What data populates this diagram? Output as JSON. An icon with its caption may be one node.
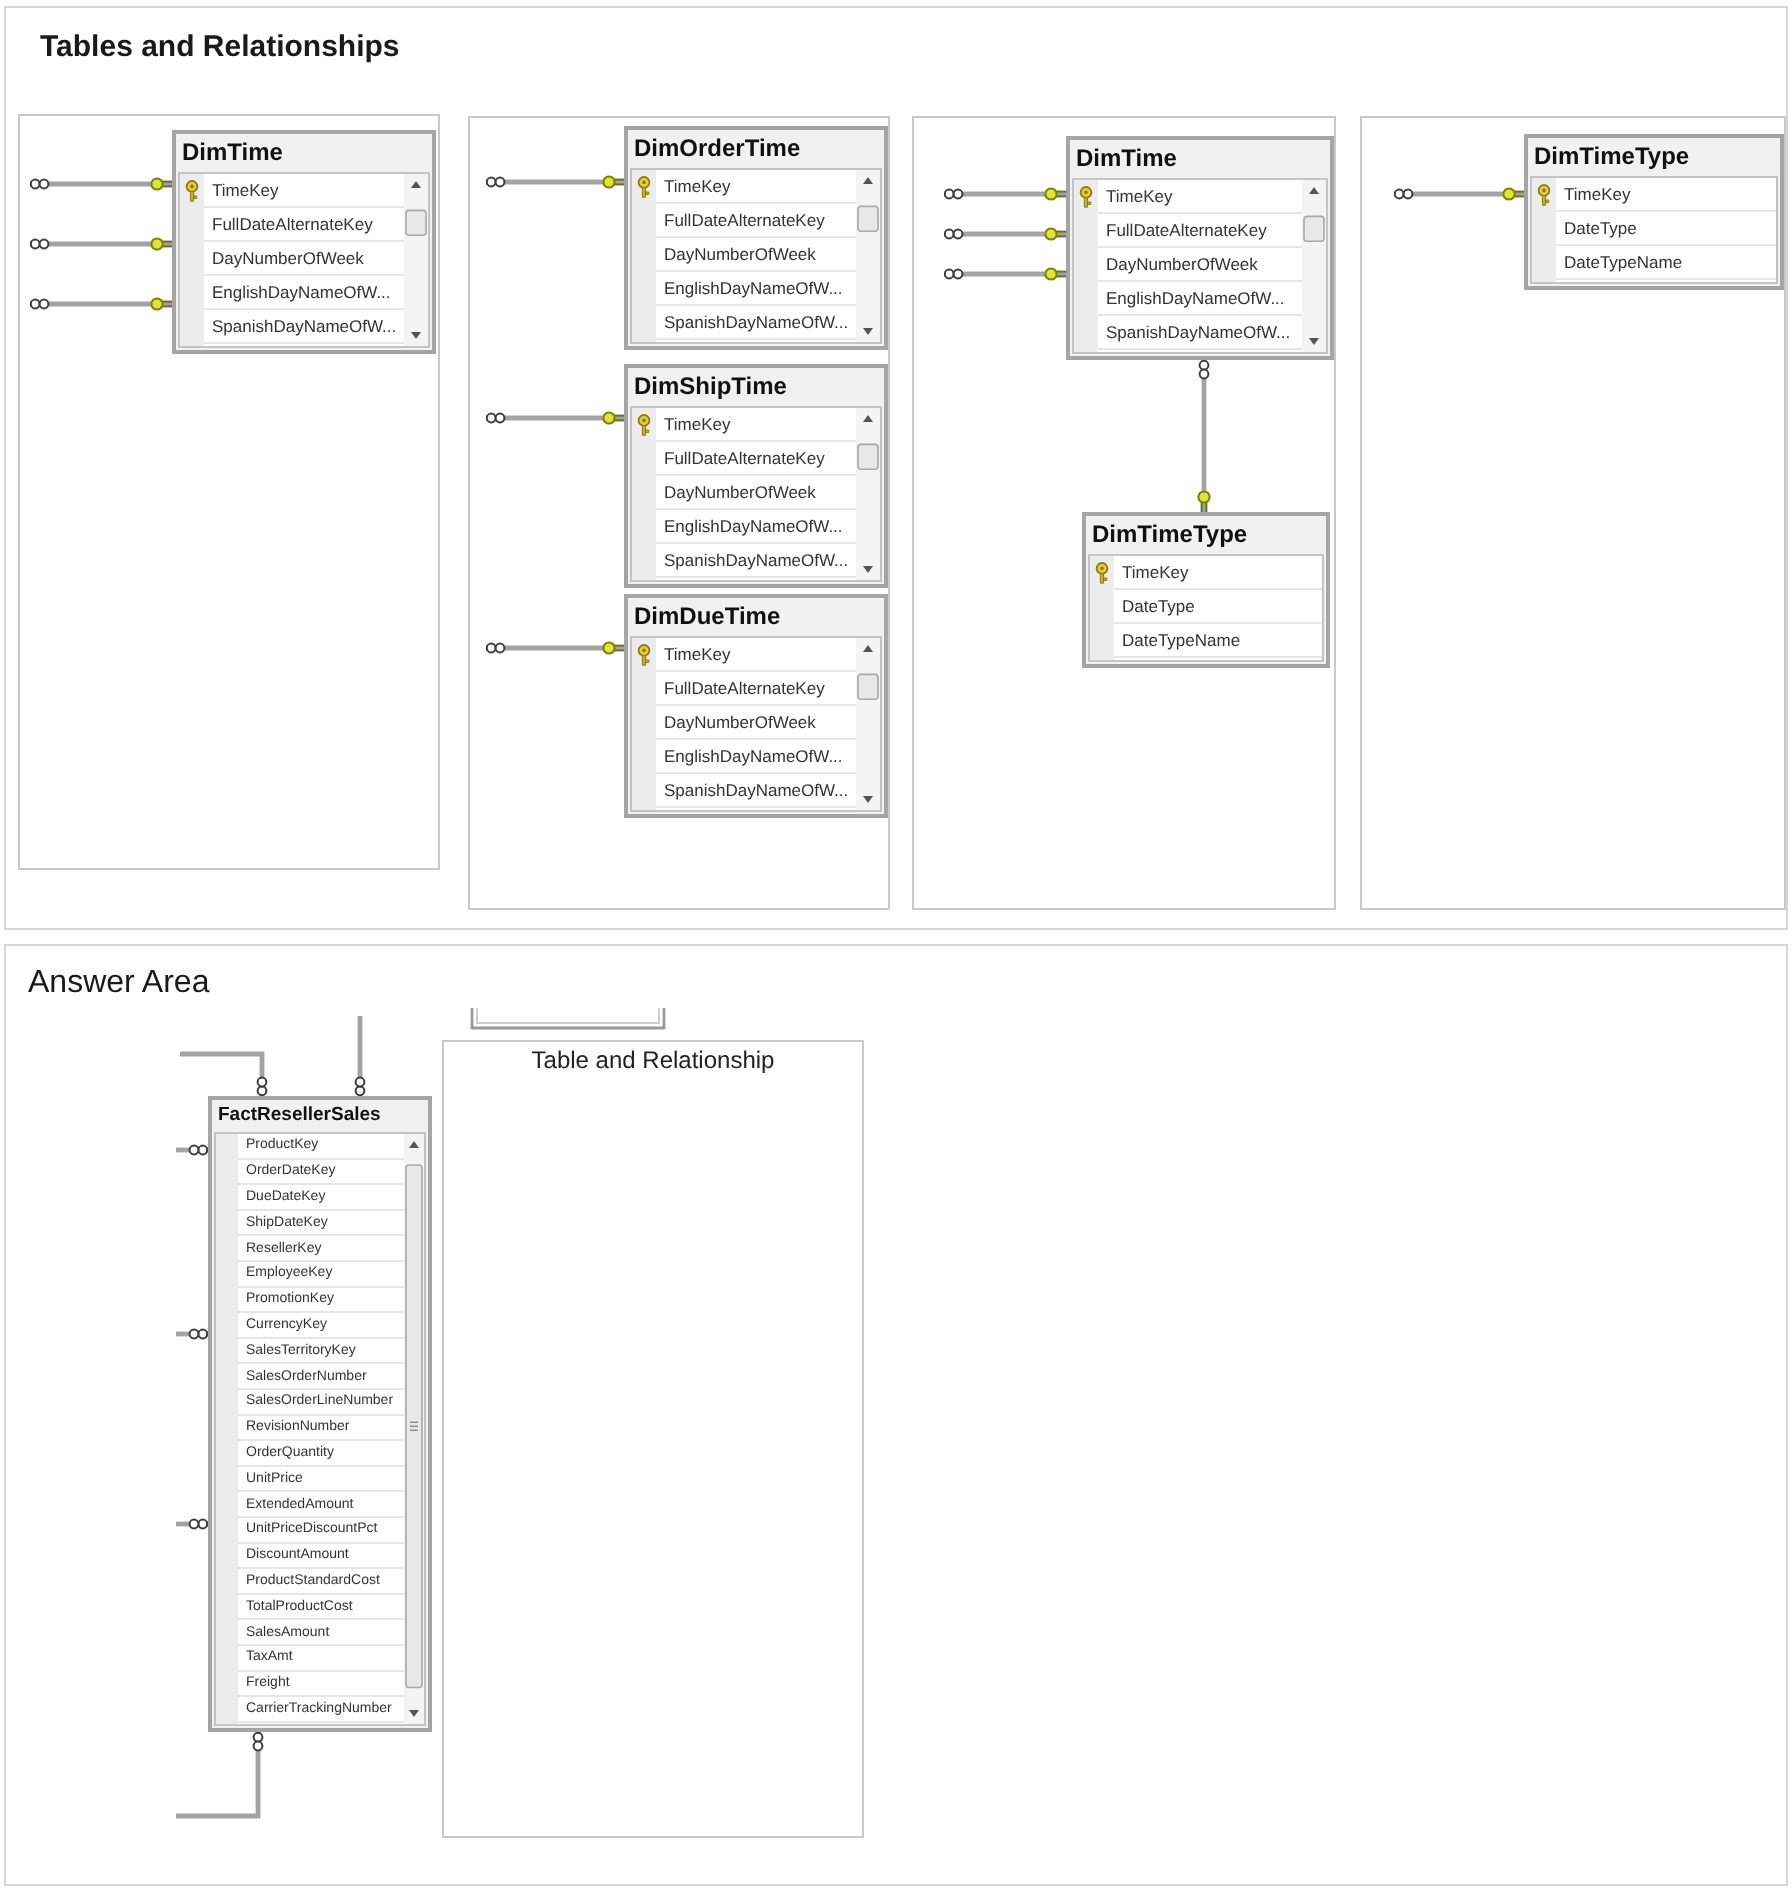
{
  "diagram": {
    "nodes": [
      {
        "text": [
          "Tables and Relationships"
        ]
      },
      {
        "text": [],
        "shape": "box",
        "in": 0
      },
      {
        "text": [
          "DimTime",
          "TimeKey",
          "FullDateAlternateKey",
          "DayNumberOfWeek",
          "EnglishDayNameOfW...",
          "SpanishDayNameOfW..."
        ],
        "in": 1
      },
      {
        "text": [],
        "shape": "box",
        "in": 0
      },
      {
        "text": [
          "DimOrderTime",
          "TimeKey",
          "FullDateAlternateKey",
          "DayNumberOfWeek",
          "EnglishDayNameOfW...",
          "SpanishDayNameOfW..."
        ],
        "in": 3
      },
      {
        "text": [
          "DimShipTime",
          "TimeKey",
          "FullDateAlternateKey",
          "DayNumberOfWeek",
          "EnglishDayNameOfW...",
          "SpanishDayNameOfW..."
        ],
        "in": 3
      },
      {
        "text": [
          "DimDueTime",
          "TimeKey",
          "FullDateAlternateKey",
          "DayNumberOfWeek",
          "EnglishDayNameOfW...",
          "SpanishDayNameOfW..."
        ],
        "in": 3
      },
      {
        "text": [],
        "shape": "box",
        "in": 0
      },
      {
        "text": [
          "DimTime",
          "TimeKey",
          "FullDateAlternateKey",
          "DayNumberOfWeek",
          "EnglishDayNameOfW...",
          "SpanishDayNameOfW..."
        ],
        "in": 7
      },
      {
        "text": [
          "DimTimeType",
          "TimeKey",
          "DateType",
          "DateTypeName"
        ],
        "in": 7
      },
      {
        "text": [],
        "shape": "box",
        "in": 0
      },
      {
        "text": [
          "DimTimeType",
          "TimeKey",
          "DateType",
          "DateTypeName"
        ],
        "in": 10
      },
      {
        "text": [
          "Answer Area"
        ]
      },
      {
        "text": [
          "FactResellerSales",
          "ProductKey",
          "OrderDateKey",
          "DueDateKey",
          "ShipDateKey",
          "ResellerKey",
          "EmployeeKey",
          "PromotionKey",
          "CurrencyKey",
          "SalesTerritoryKey",
          "SalesOrderNumber",
          "SalesOrderLineNumber",
          "RevisionNumber",
          "OrderQuantity",
          "UnitPrice",
          "ExtendedAmount",
          "UnitPriceDiscountPct",
          "DiscountAmount",
          "ProductStandardCost",
          "TotalProductCost",
          "SalesAmount",
          "TaxAmt",
          "Freight",
          "CarrierTrackingNumber"
        ],
        "in": 12
      },
      {
        "text": [
          "Table and Relationship"
        ],
        "in": 12
      }
    ],
    "edges": [
      {
        "from": null,
        "to": 2,
        "arrow": "other"
      },
      {
        "from": null,
        "to": 2,
        "arrow": "other"
      },
      {
        "from": null,
        "to": 2,
        "arrow": "other"
      },
      {
        "from": null,
        "to": 4,
        "arrow": "other"
      },
      {
        "from": null,
        "to": 5,
        "arrow": "other"
      },
      {
        "from": null,
        "to": 6,
        "arrow": "other"
      },
      {
        "from": null,
        "to": 8,
        "arrow": "other"
      },
      {
        "from": null,
        "to": 8,
        "arrow": "other"
      },
      {
        "from": null,
        "to": 8,
        "arrow": "other"
      },
      {
        "from": 8,
        "to": 9,
        "arrow": "other"
      },
      {
        "from": null,
        "to": 11,
        "arrow": "other"
      },
      {
        "from": 13,
        "to": null,
        "arrow": "other"
      },
      {
        "from": 13,
        "to": null,
        "arrow": "other"
      },
      {
        "from": 13,
        "to": null,
        "arrow": "other"
      },
      {
        "from": 13,
        "to": null,
        "arrow": "other"
      },
      {
        "from": 13,
        "to": null,
        "arrow": "other"
      },
      {
        "from": 13,
        "to": null,
        "arrow": "other"
      }
    ]
  }
}
